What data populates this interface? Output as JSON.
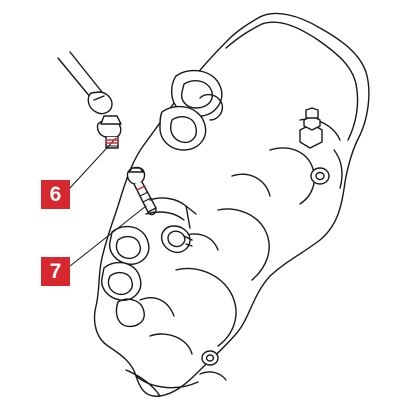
{
  "callouts": [
    {
      "label": "6",
      "color": "#d7282f"
    },
    {
      "label": "7",
      "color": "#d7282f"
    }
  ],
  "colors": {
    "line": "#1a1a1a",
    "fill": "#ffffff",
    "highlight": "#d7282f"
  },
  "parts": [
    {
      "callout": "6",
      "icon": "bleed-screw-icon"
    },
    {
      "callout": "7",
      "icon": "pad-retaining-pin-icon"
    }
  ]
}
